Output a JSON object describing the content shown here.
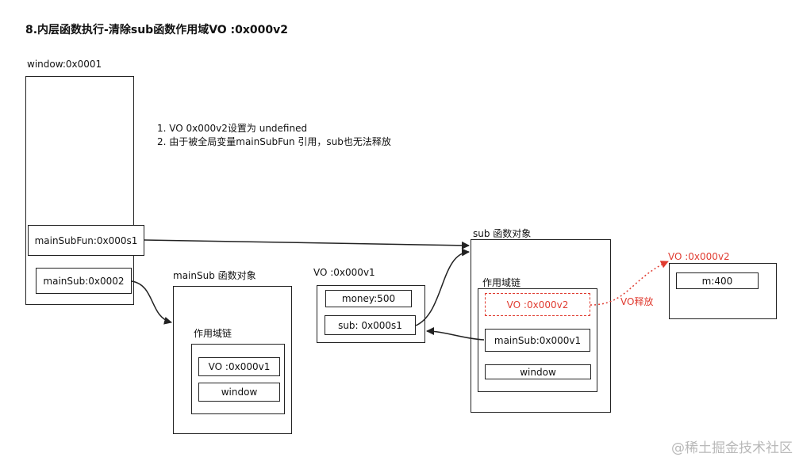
{
  "title": "8.内层函数执行-清除sub函数作用域VO :0x000v2",
  "window": {
    "label": "window:0x0001",
    "cells": [
      "mainSubFun:0x000s1",
      "mainSub:0x0002"
    ]
  },
  "notes": [
    "1. VO 0x000v2设置为 undefined",
    "2. 由于被全局变量mainSubFun 引用，sub也无法释放"
  ],
  "mainSub_obj": {
    "label": "mainSub 函数对象",
    "scope_label": "作用域链",
    "cells": [
      "VO :0x000v1",
      "window"
    ]
  },
  "vo1": {
    "label": "VO :0x000v1",
    "cells": [
      "money:500",
      "sub: 0x000s1"
    ]
  },
  "sub_obj": {
    "label": "sub 函数对象",
    "scope_label": "作用域链",
    "cells": [
      "VO :0x000v2",
      "mainSub:0x000v1",
      "window"
    ]
  },
  "vo2": {
    "label": "VO :0x000v2",
    "cells": [
      "m:400"
    ]
  },
  "release_label": "VO释放",
  "watermark": "@稀土掘金技术社区",
  "colors": {
    "accent_red": "#e03c31",
    "line": "#222222"
  }
}
